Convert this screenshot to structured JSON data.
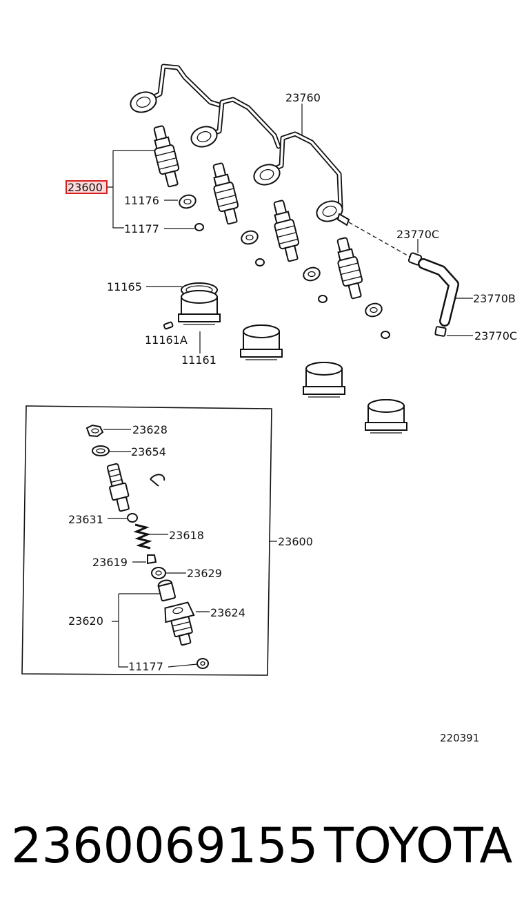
{
  "callouts": {
    "pipe": "23760",
    "nozzle_assy": "23600",
    "washer": "11176",
    "gasket": "11177",
    "seal_ring": "11165",
    "pin": "11161A",
    "holder": "11161",
    "clip": "23770C",
    "hose": "23770B",
    "clip_lower": "23770C"
  },
  "inset": {
    "nut": "23628",
    "washer": "23654",
    "pin": "23631",
    "spring": "23618",
    "seat": "23619",
    "spacer": "23629",
    "nozzle": "23620",
    "retaining_nut": "23624",
    "gasket": "11177",
    "assembly": "23600"
  },
  "diagram_id": "220391",
  "footer": {
    "part_number": "2360069155",
    "brand": "TOYOTA"
  },
  "colors": {
    "highlight_border": "#d42020",
    "highlight_fill": "#ffd9d9"
  }
}
